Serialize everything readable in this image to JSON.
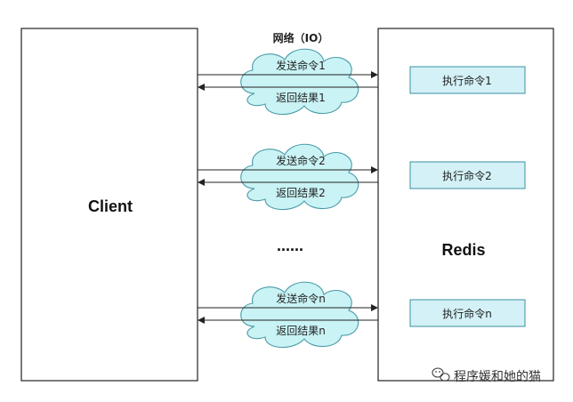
{
  "network_title": "网络（IO）",
  "client_label": "Client",
  "redis_label": "Redis",
  "ellipsis": "......",
  "colors": {
    "cloud_fill": "#c9f3f5",
    "cloud_stroke": "#4a9aa8",
    "exec_fill": "#d3f1f6",
    "exec_stroke": "#4a9aa8",
    "line": "#222222"
  },
  "rows": [
    {
      "send": "发送命令1",
      "ret": "返回结果1",
      "exec": "执行命令1"
    },
    {
      "send": "发送命令2",
      "ret": "返回结果2",
      "exec": "执行命令2"
    },
    {
      "send": "发送命令n",
      "ret": "返回结果n",
      "exec": "执行命令n"
    }
  ],
  "watermark": "程序媛和她的猫",
  "watermark_icon": "wechat-icon"
}
